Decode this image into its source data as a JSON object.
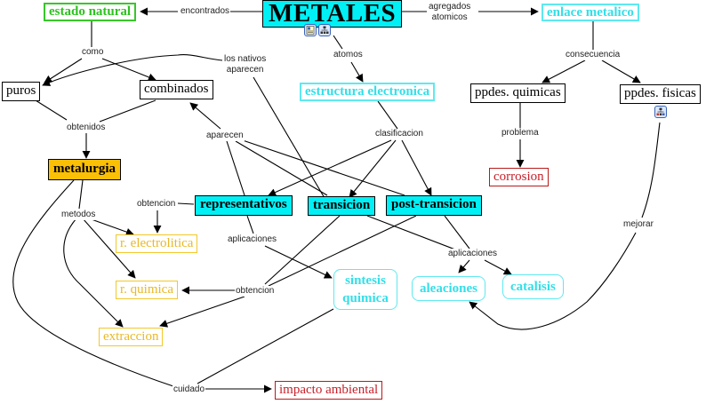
{
  "concept_map": {
    "nodes": {
      "metales": "METALES",
      "estado_natural": "estado natural",
      "enlace_metalico": "enlace metalico",
      "puros": "puros",
      "combinados": "combinados",
      "estructura_electronica": "estructura electronica",
      "ppdes_quimicas": "ppdes. quimicas",
      "ppdes_fisicas": "ppdes. fisicas",
      "metalurgia": "metalurgia",
      "corrosion": "corrosion",
      "representativos": "representativos",
      "transicion": "transicion",
      "post_transicion": "post-transicion",
      "r_electrolitica": "r. electrolitica",
      "r_quimica": "r. quimica",
      "extraccion": "extraccion",
      "sintesis_quimica_1": "sintesis",
      "sintesis_quimica_2": "quimica",
      "aleaciones": "aleaciones",
      "catalisis": "catalisis",
      "impacto_ambiental": "impacto ambiental"
    },
    "links": {
      "encontrados": "encontrados",
      "agregados_1": "agregados",
      "agregados_2": "atomicos",
      "atomos": "atomos",
      "como": "como",
      "los_nativos_1": "los nativos",
      "los_nativos_2": "aparecen",
      "consecuencia": "consecuencia",
      "obtenidos": "obtenidos",
      "aparecen": "aparecen",
      "clasificacion": "clasificacion",
      "problema": "problema",
      "obtencion_1": "obtencion",
      "metodos": "metodos",
      "aplicaciones_1": "aplicaciones",
      "aplicaciones_2": "aplicaciones",
      "obtencion_2": "obtencion",
      "mejorar": "mejorar",
      "cuidado": "cuidado"
    },
    "icons": {
      "metales_resources": [
        "document-icon",
        "submap-icon"
      ],
      "ppdes_fisicas_resources": [
        "submap-icon"
      ]
    },
    "colors": {
      "main_fill": "#00f0f5",
      "metalurgia_fill": "#fbbf06",
      "green_text": "#2dc21f",
      "cyan_text": "#33dfe8",
      "yellow_text": "#e9b828",
      "red_text": "#c8202a"
    }
  }
}
